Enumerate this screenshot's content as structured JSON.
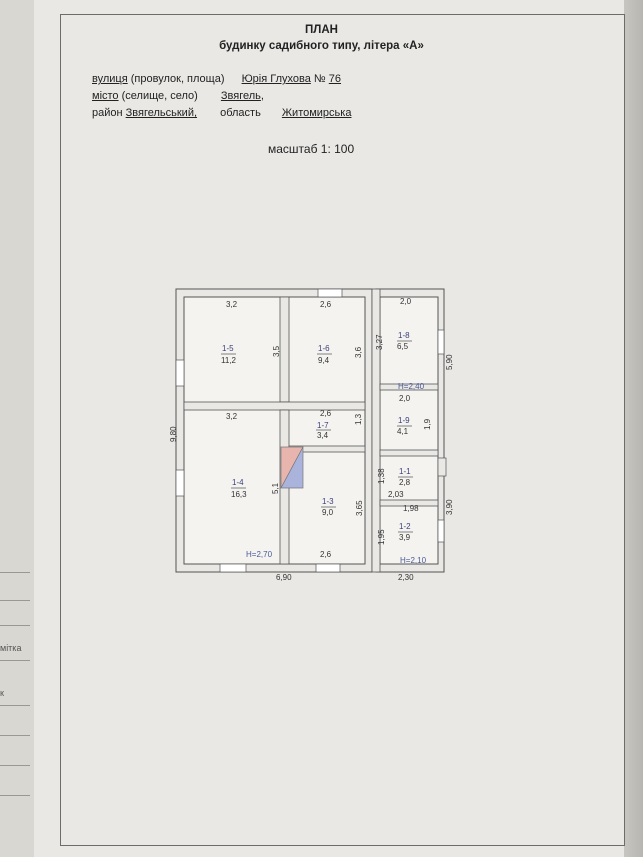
{
  "header": {
    "title": "ПЛАН",
    "subtitle": "будинку садибного типу, літера «А»"
  },
  "address": {
    "street_label": "вулиця",
    "street_hint": "(провулок, площа)",
    "street_value": "Юрія Глухова",
    "number_label": "№",
    "number_value": "76",
    "city_label": "місто",
    "city_hint": "(селище, село)",
    "city_value": "Звягель",
    "city_suffix": ",",
    "district_value": "Звягельський,",
    "district_label_suffix": "район",
    "region_label": "область",
    "region_value": "Житомирська"
  },
  "scale": {
    "label": "масштаб 1:  100"
  },
  "rooms": [
    {
      "id": "1-5",
      "area": "11,2"
    },
    {
      "id": "1-6",
      "area": "9,4"
    },
    {
      "id": "1-7",
      "area": "3,4"
    },
    {
      "id": "1-4",
      "area": "16,3"
    },
    {
      "id": "1-3",
      "area": "9,0"
    },
    {
      "id": "1-8",
      "area": "6,5"
    },
    {
      "id": "1-9",
      "area": "4,1"
    },
    {
      "id": "1-1",
      "area": "2,8"
    },
    {
      "id": "1-2",
      "area": "3,9"
    }
  ],
  "dimensions": {
    "d1": "3,2",
    "d2": "2,6",
    "d3": "2,0",
    "d4": "3,5",
    "d5": "3,6",
    "d6": "3,27",
    "d7": "5,90",
    "d8": "2,0",
    "d9": "3,2",
    "d10": "2,6",
    "d11": "1,3",
    "d12": "1,9",
    "d13": "9,80",
    "d14": "5,1",
    "d15": "1,38",
    "d16": "2,03",
    "d17": "1,98",
    "d18": "3,65",
    "d19": "1,95",
    "d20": "3,90",
    "d21": "2,6",
    "d22": "6,90",
    "d23": "2,30"
  },
  "heights": {
    "h1": "H=2,40",
    "h2": "H=2,70",
    "h3": "H=2,10"
  },
  "side_sheet": {
    "note": "мітка",
    "mark": "к"
  }
}
